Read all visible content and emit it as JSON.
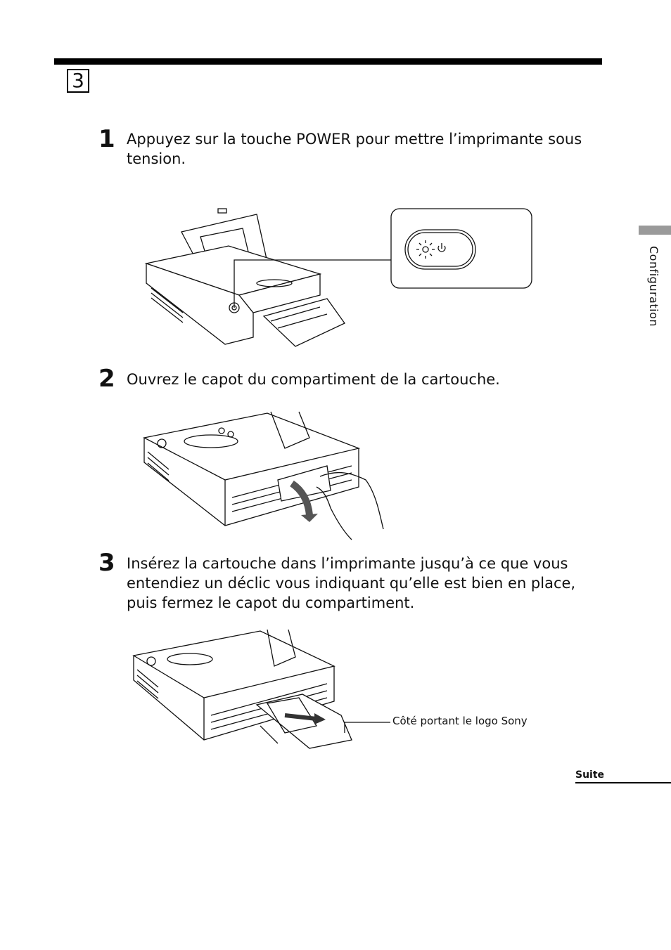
{
  "section": {
    "number": "3"
  },
  "side_tab": {
    "label": "Configuration"
  },
  "steps": [
    {
      "number": "1",
      "text": "Appuyez sur la touche POWER pour mettre l’imprimante sous tension."
    },
    {
      "number": "2",
      "text": "Ouvrez le capot du compartiment de la cartouche."
    },
    {
      "number": "3",
      "text": "Insérez la cartouche dans l’imprimante jusqu’à ce que vous entendiez un déclic vous indiquant qu’elle est bien en place, puis fermez le capot du compartiment."
    }
  ],
  "callout": {
    "caption": "Côté portant le logo Sony"
  },
  "footer": {
    "continue_label": "Suite"
  },
  "icons": {
    "power_button": "power-icon"
  }
}
